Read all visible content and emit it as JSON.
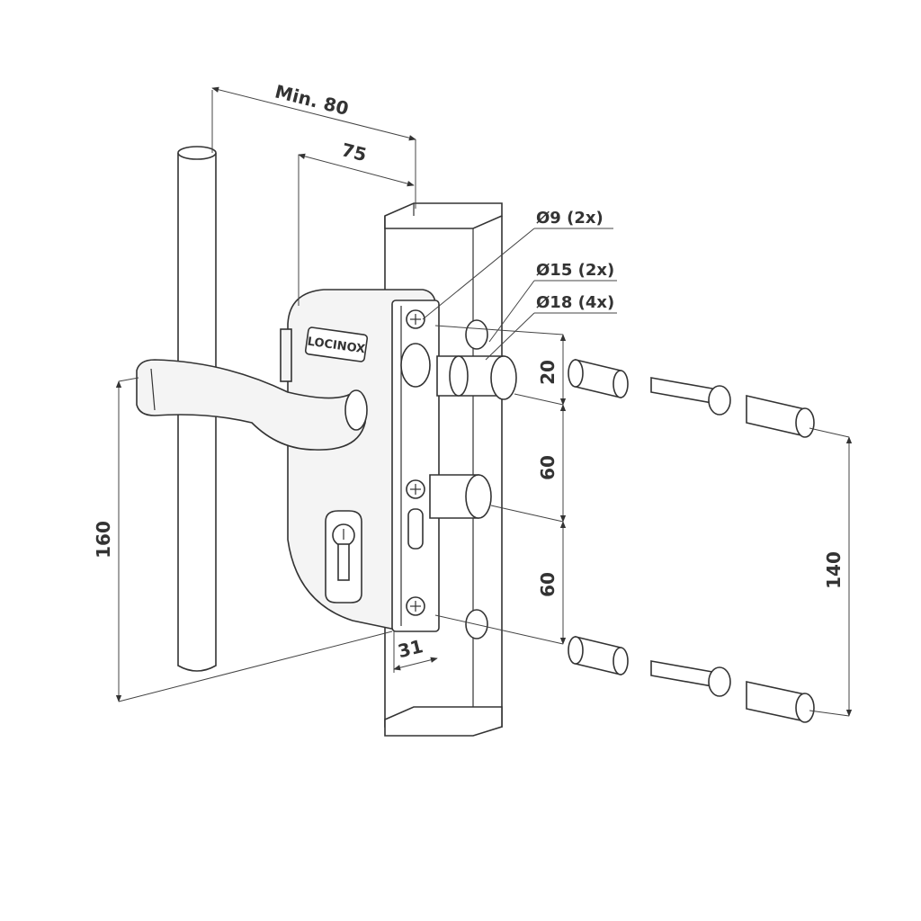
{
  "brand": "LOCINOX",
  "dimensions": {
    "min_80": "Min. 80",
    "d75": "75",
    "d160": "160",
    "d31": "31",
    "d20": "20",
    "d60a": "60",
    "d60b": "60",
    "d140": "140"
  },
  "callouts": {
    "hole_9": "Ø9 (2x)",
    "hole_15": "Ø15 (2x)",
    "hole_18": "Ø18 (4x)"
  }
}
